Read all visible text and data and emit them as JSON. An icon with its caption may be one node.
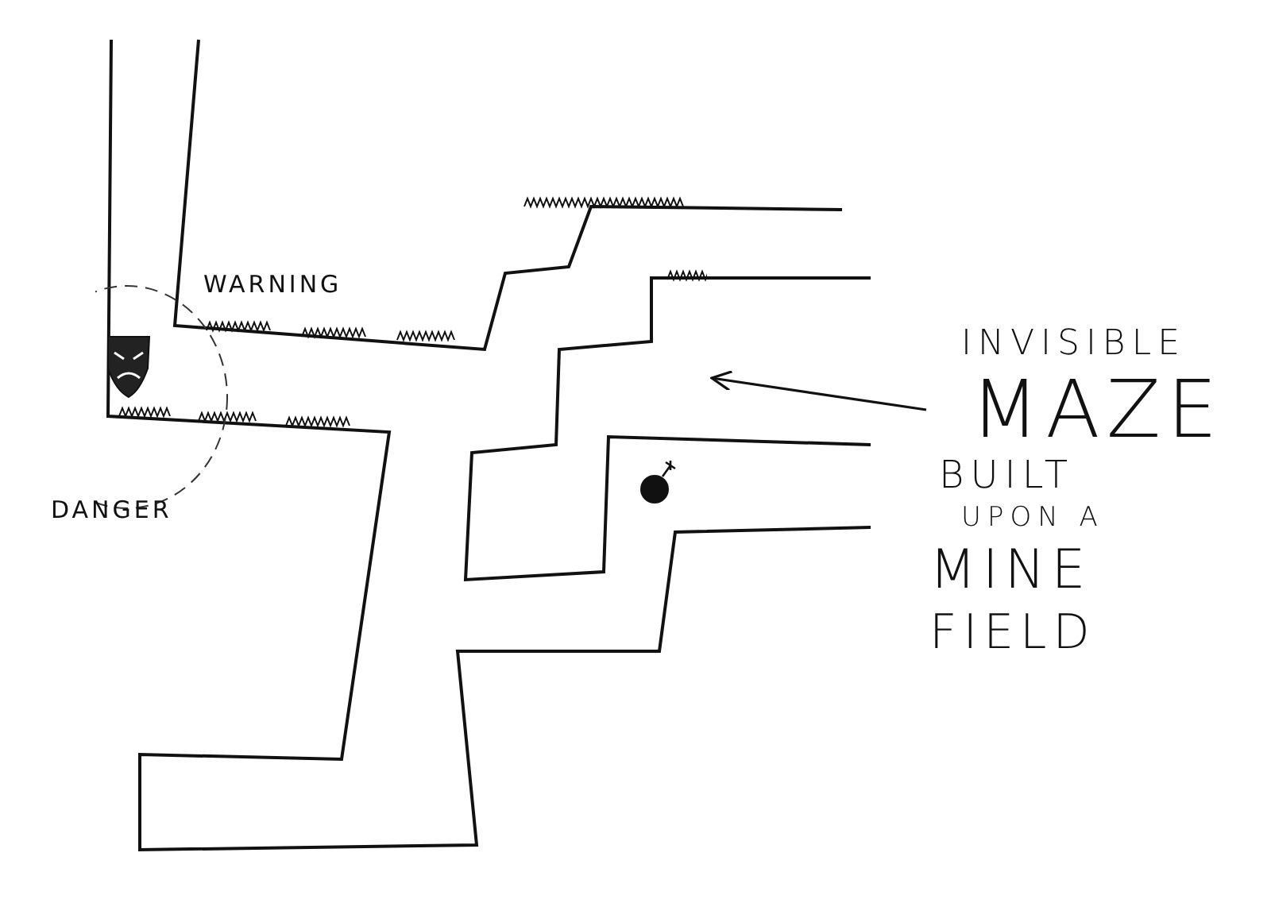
{
  "diagram": {
    "nodes": [
      {
        "text": [
          "INVISIBLE MAZE BUILT UPON A MINE FIELD"
        ]
      },
      {
        "text": [],
        "shape": "picture"
      }
    ],
    "edges": [
      {
        "from": 0,
        "to": 1,
        "arrow": "to"
      }
    ],
    "labels": [
      "WARNING",
      "DANGER"
    ]
  }
}
